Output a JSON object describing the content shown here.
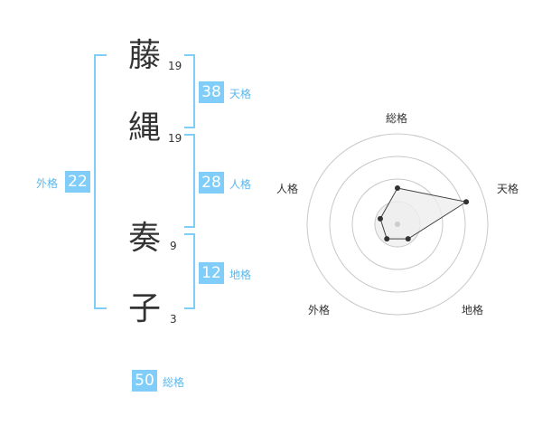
{
  "name": {
    "chars": [
      {
        "char": "藤",
        "strokes": "19"
      },
      {
        "char": "縄",
        "strokes": "19"
      },
      {
        "char": "奏",
        "strokes": "9"
      },
      {
        "char": "子",
        "strokes": "3"
      }
    ]
  },
  "fortune": {
    "tenkaku": {
      "value": "38",
      "label": "天格"
    },
    "jinkaku": {
      "value": "28",
      "label": "人格"
    },
    "chikaku": {
      "value": "12",
      "label": "地格"
    },
    "gaikaku": {
      "value": "22",
      "label": "外格"
    },
    "soukaku": {
      "value": "50",
      "label": "総格"
    }
  },
  "colors": {
    "accent": "#7fcdf8",
    "accent_text": "#5bb8ec",
    "text": "#333333",
    "ring": "#c8c8c8",
    "polygon_fill": "#eeeeee",
    "polygon_stroke": "#444444"
  },
  "chart_data": {
    "type": "radar",
    "axes": [
      "総格",
      "天格",
      "地格",
      "外格",
      "人格"
    ],
    "values": [
      2,
      4,
      1,
      1,
      1
    ],
    "max": 5,
    "rings": 4
  }
}
